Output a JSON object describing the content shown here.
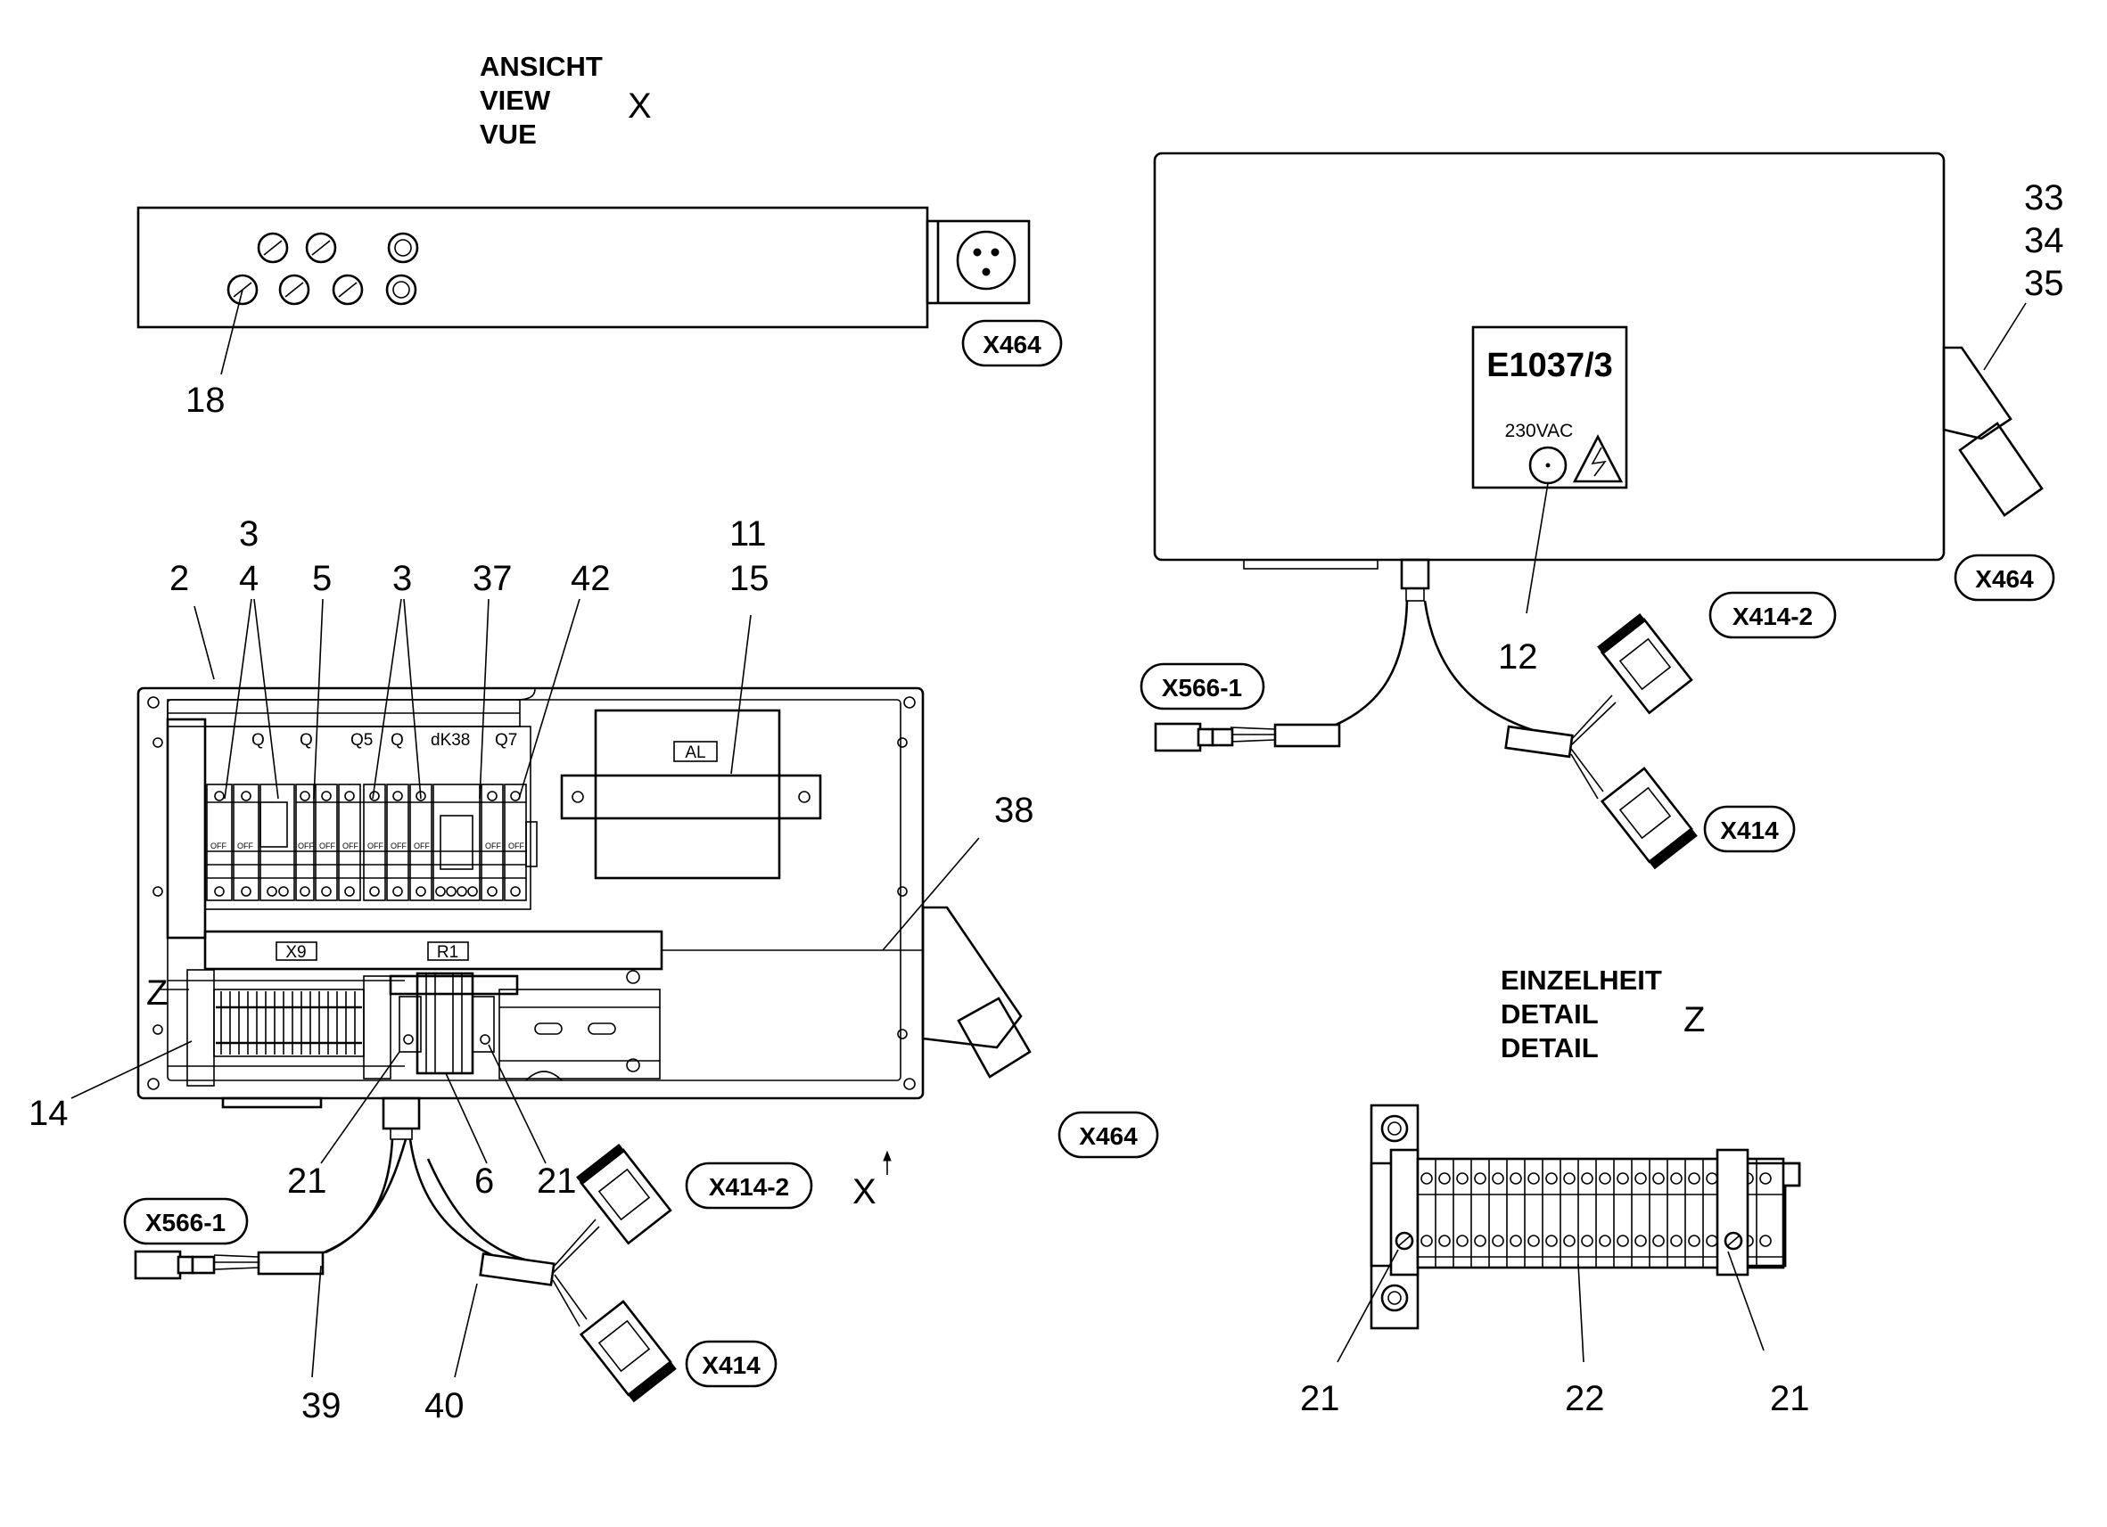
{
  "view_x_heading": {
    "line1": "ANSICHT",
    "line2": "VIEW",
    "line3": "VUE",
    "letter": "X"
  },
  "detail_z_heading": {
    "line1": "EINZELHEIT",
    "line2": "DETAIL",
    "line3": "DETAIL",
    "letter": "Z"
  },
  "connectors": {
    "x464": "X464",
    "x414": "X414",
    "x414_2": "X414-2",
    "x566_1": "X566-1"
  },
  "panel_markings": {
    "al": "AL",
    "x9": "X9",
    "r1": "R1",
    "q": "Q",
    "q5": "Q5",
    "k38": "dK38",
    "q7": "Q7",
    "off": "OFF"
  },
  "housing_label": {
    "code": "E1037/3",
    "voltage": "230VAC"
  },
  "markers": {
    "z": "Z",
    "x_arrow": "X"
  },
  "part_numbers": {
    "p2": "2",
    "p3": "3",
    "p4": "4",
    "p5": "5",
    "p6": "6",
    "p11": "11",
    "p12": "12",
    "p14": "14",
    "p15": "15",
    "p18": "18",
    "p21": "21",
    "p22": "22",
    "p33": "33",
    "p34": "34",
    "p35": "35",
    "p37": "37",
    "p38": "38",
    "p39": "39",
    "p40": "40",
    "p42": "42"
  }
}
